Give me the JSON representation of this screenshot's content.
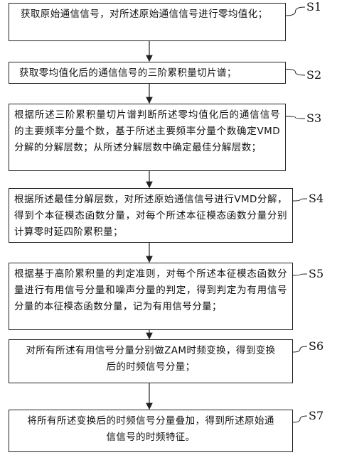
{
  "steps": [
    {
      "label": "S1",
      "text": "获取原始通信信号，对所述原始通信信号进行零均值化；"
    },
    {
      "label": "S2",
      "text": "获取零均值化后的通信信号的三阶累积量切片谱；"
    },
    {
      "label": "S3",
      "text": "根据所述三阶累积量切片谱判断所述零均值化后的通信信号的主要频率分量个数，基于所述主要频率分量个数确定VMD分解的分解层数；从所述分解层数中确定最佳分解层数；"
    },
    {
      "label": "S4",
      "text": "根据所述最佳分解层数，对所述原始通信信号进行VMD分解，得到个本征模态函数分量，对每个所述本征模态函数分量分别计算零时延四阶累积量；"
    },
    {
      "label": "S5",
      "text": "根据基于高阶累积量的判定准则，对每个所述本征模态函数分量进行有用信号分量和噪声分量的判定，得到判定为有用信号分量的本征模态函数分量，记为有用信号分量；"
    },
    {
      "label": "S6",
      "text": "对所有所述有用信号分量分别做ZAM时频变换，得到变换后的时频信号分量；"
    },
    {
      "label": "S7",
      "text": "将所有所述变换后的时频信号分量叠加，得到所述原始通信信号的时频特征。"
    }
  ]
}
